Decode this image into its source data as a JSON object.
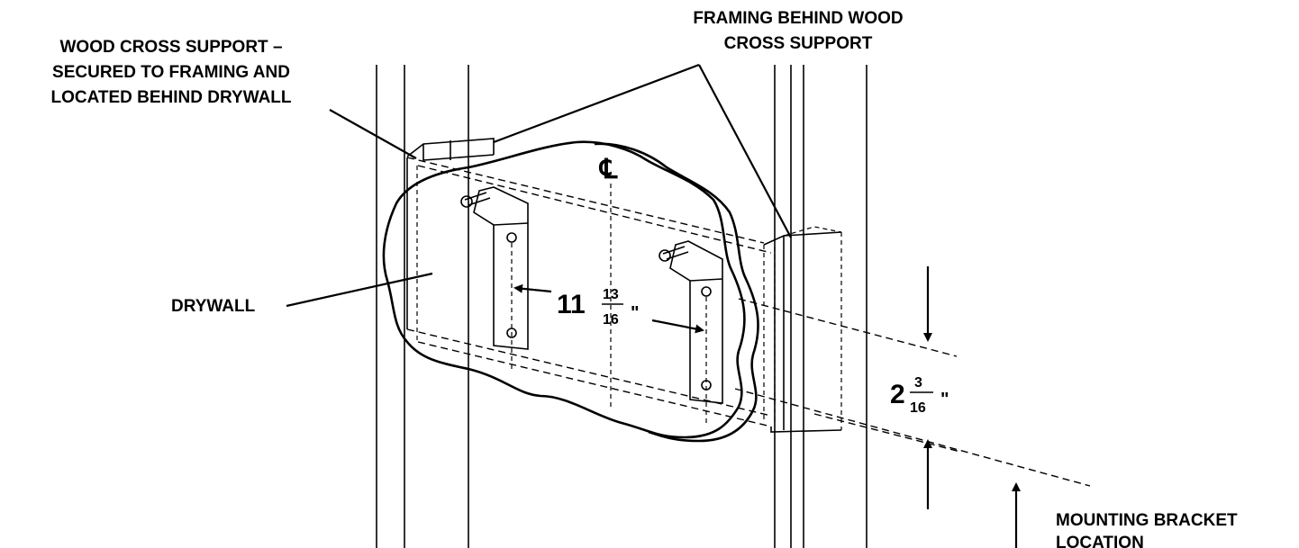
{
  "labels": {
    "wood_cross_support": [
      "WOOD CROSS SUPPORT –",
      "SECURED TO FRAMING AND",
      "LOCATED BEHIND DRYWALL"
    ],
    "framing_behind": [
      "FRAMING BEHIND WOOD",
      "CROSS SUPPORT"
    ],
    "drywall": "DRYWALL",
    "mounting_bracket": [
      "MOUNTING BRACKET",
      "LOCATION"
    ],
    "centerline_symbol": "℄"
  },
  "dimensions": {
    "horizontal_spacing": {
      "whole": "11",
      "numerator": "13",
      "denominator": "16",
      "unit": "\""
    },
    "vertical_offset": {
      "whole": "2",
      "numerator": "3",
      "denominator": "16",
      "unit": "\""
    }
  },
  "colors": {
    "line": "#000000",
    "background": "#ffffff"
  }
}
